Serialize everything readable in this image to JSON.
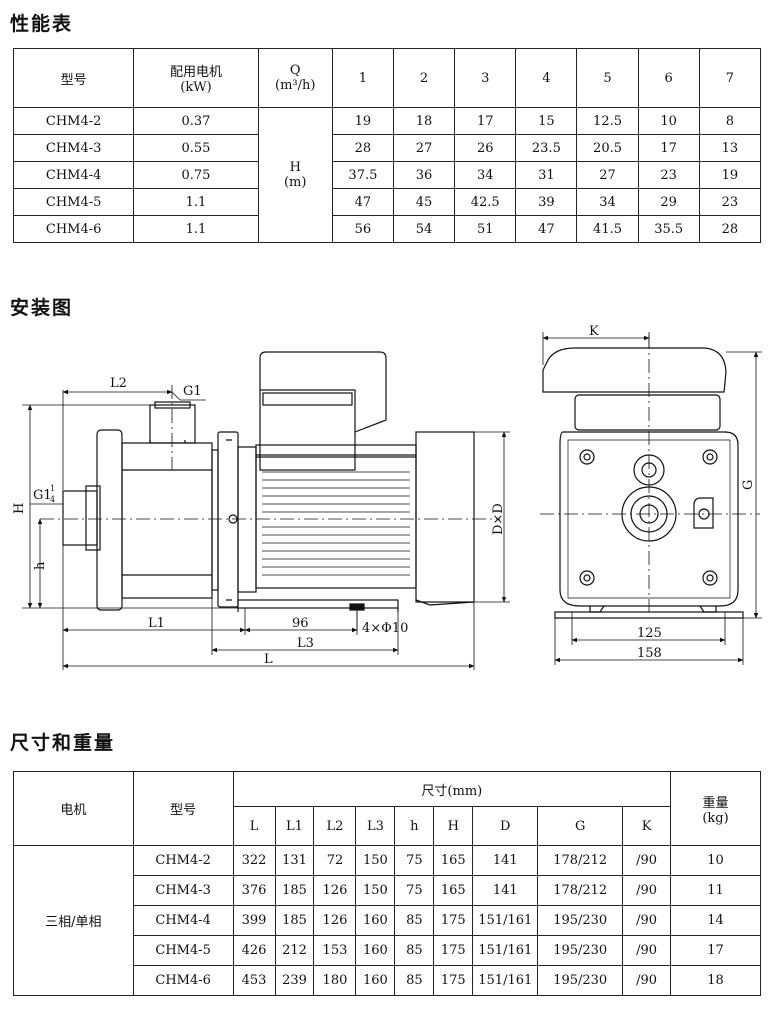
{
  "headings": {
    "performance": "性能表",
    "installation": "安装图",
    "dimensions": "尺寸和重量"
  },
  "performance": {
    "col_model": "型号",
    "col_motor": "配用电机",
    "col_motor_unit": "(kW)",
    "q_label": "Q",
    "q_unit": "(m³/h)",
    "h_label": "H",
    "h_unit": "(m)",
    "flows": [
      "1",
      "2",
      "3",
      "4",
      "5",
      "6",
      "7"
    ],
    "rows": [
      {
        "model": "CHM4-2",
        "kw": "0.37",
        "heads": [
          "19",
          "18",
          "17",
          "15",
          "12.5",
          "10",
          "8"
        ]
      },
      {
        "model": "CHM4-3",
        "kw": "0.55",
        "heads": [
          "28",
          "27",
          "26",
          "23.5",
          "20.5",
          "17",
          "13"
        ]
      },
      {
        "model": "CHM4-4",
        "kw": "0.75",
        "heads": [
          "37.5",
          "36",
          "34",
          "31",
          "27",
          "23",
          "19"
        ]
      },
      {
        "model": "CHM4-5",
        "kw": "1.1",
        "heads": [
          "47",
          "45",
          "42.5",
          "39",
          "34",
          "29",
          "23"
        ]
      },
      {
        "model": "CHM4-6",
        "kw": "1.1",
        "heads": [
          "56",
          "54",
          "51",
          "47",
          "41.5",
          "35.5",
          "28"
        ]
      }
    ]
  },
  "drawing": {
    "side": {
      "L2": "L2",
      "G1": "G1",
      "G1q": "G1",
      "frac_num": "1",
      "frac_den": "4",
      "H": "H",
      "h": "h",
      "DxD": "D×D",
      "L1": "L1",
      "d96": "96",
      "holes": "4×Φ10",
      "L3": "L3",
      "L": "L"
    },
    "end": {
      "K": "K",
      "G": "G",
      "d125": "125",
      "d158": "158"
    }
  },
  "dimensions": {
    "col_motor": "电机",
    "col_model": "型号",
    "size_header": "尺寸(mm)",
    "weight_header": "重量",
    "weight_unit": "(kg)",
    "size_cols": [
      "L",
      "L1",
      "L2",
      "L3",
      "h",
      "H",
      "D",
      "G",
      "K"
    ],
    "motor_type": "三相/单相",
    "rows": [
      {
        "model": "CHM4-2",
        "vals": [
          "322",
          "131",
          "72",
          "150",
          "75",
          "165",
          "141",
          "178/212",
          "/90"
        ],
        "weight": "10"
      },
      {
        "model": "CHM4-3",
        "vals": [
          "376",
          "185",
          "126",
          "150",
          "75",
          "165",
          "141",
          "178/212",
          "/90"
        ],
        "weight": "11"
      },
      {
        "model": "CHM4-4",
        "vals": [
          "399",
          "185",
          "126",
          "160",
          "85",
          "175",
          "151/161",
          "195/230",
          "/90"
        ],
        "weight": "14"
      },
      {
        "model": "CHM4-5",
        "vals": [
          "426",
          "212",
          "153",
          "160",
          "85",
          "175",
          "151/161",
          "195/230",
          "/90"
        ],
        "weight": "17"
      },
      {
        "model": "CHM4-6",
        "vals": [
          "453",
          "239",
          "180",
          "160",
          "85",
          "175",
          "151/161",
          "195/230",
          "/90"
        ],
        "weight": "18"
      }
    ]
  }
}
